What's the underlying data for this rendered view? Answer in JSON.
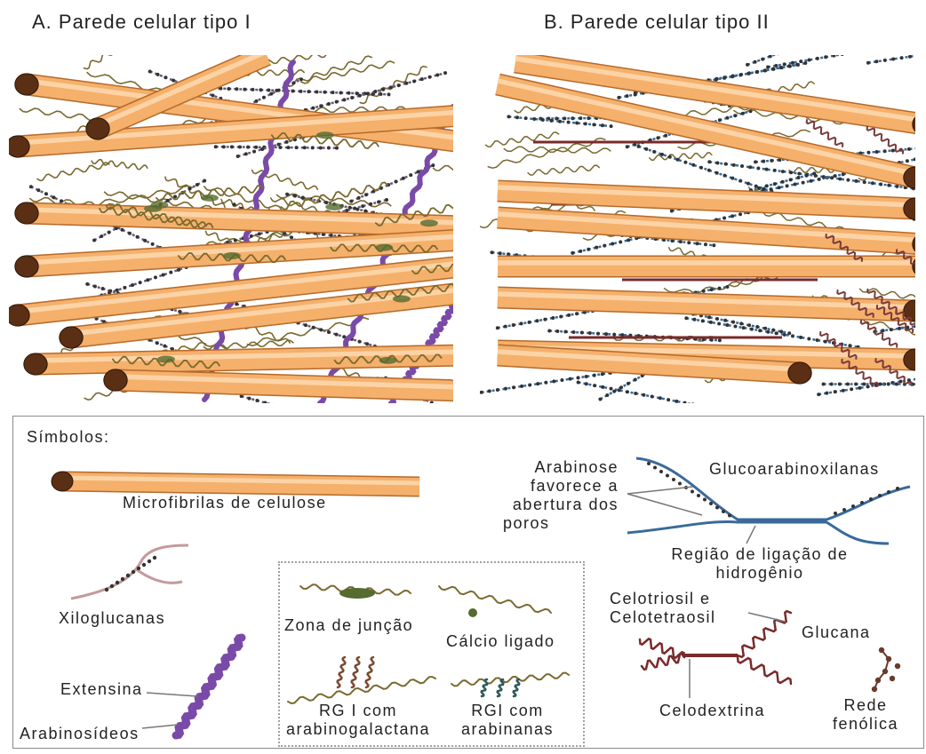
{
  "panels": {
    "a_title": "A. Parede celular tipo I",
    "b_title": "B. Parede celular tipo II"
  },
  "legend": {
    "heading": "Símbolos:",
    "microfibrils": "Microfibrilas de celulose",
    "xyloglucans": "Xiloglucanas",
    "extensin": "Extensina",
    "arabinosides": "Arabinosídeos",
    "junction_zone": "Zona de junção",
    "bound_calcium": "Cálcio ligado",
    "rg1_arabinogalactan": [
      "RG I com",
      "arabinogalactana"
    ],
    "rg1_arabinan": [
      "RGI com",
      "arabinanas"
    ],
    "arabinose_note": [
      "Arabinose",
      "favorece a",
      "abertura dos",
      "poros"
    ],
    "glucuronoarabinoxylans": "Glucoarabinoxilanas",
    "hbond_region": [
      "Região de ligação de",
      "hidrogênio"
    ],
    "cellotriosyl": [
      "Celotriosil e",
      "Celotetraosil"
    ],
    "glucan": "Glucana",
    "cellodextrin": "Celodextrina",
    "phenolic_network": [
      "Rede",
      "fenólica"
    ]
  },
  "colors": {
    "microfibril_fill": "#f5b06b",
    "microfibril_edge": "#b56a2a",
    "microfibril_end": "#5a2f14",
    "xyloglucan": "#6a5a7a",
    "xyloglucan_legend": "#c49a9a",
    "extensin": "#7a4aa8",
    "pectin": "#7a6a30",
    "rg_arabinan": "#2f5a5a",
    "gax": "#3a6a9a",
    "cellodextrin": "#7a2a2a",
    "phenolic": "#6a3a2a"
  }
}
